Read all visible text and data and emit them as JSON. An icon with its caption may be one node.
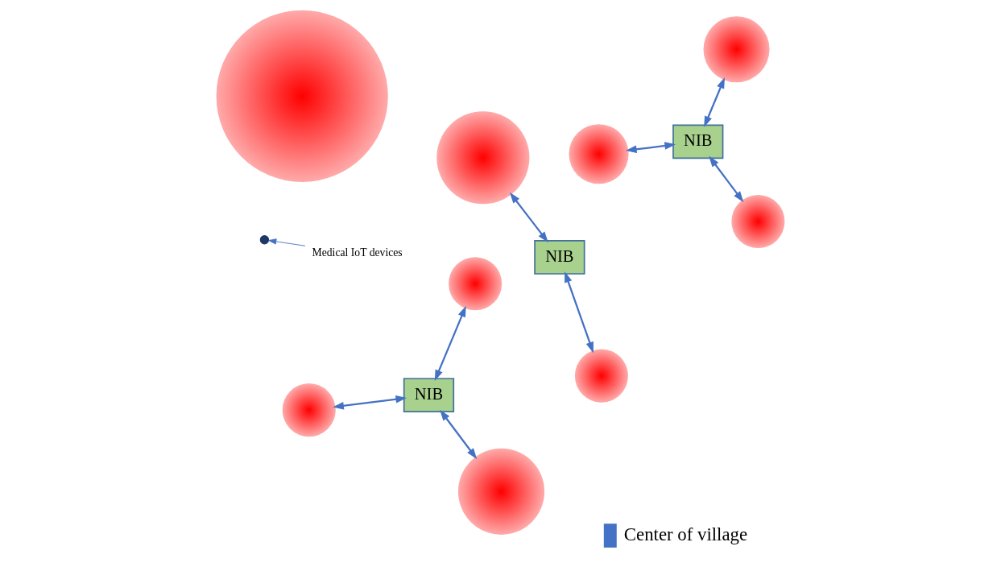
{
  "diagram": {
    "nodes": [
      {
        "text": [],
        "shape": "circle"
      },
      {
        "text": [
          "NIB"
        ]
      },
      {
        "text": [],
        "shape": "circle"
      },
      {
        "text": [],
        "shape": "circle"
      },
      {
        "text": [],
        "shape": "circle"
      },
      {
        "text": [
          "NIB"
        ]
      },
      {
        "text": [],
        "shape": "circle"
      },
      {
        "text": [],
        "shape": "circle"
      },
      {
        "text": [
          "NIB"
        ]
      },
      {
        "text": [],
        "shape": "circle"
      },
      {
        "text": [],
        "shape": "circle"
      },
      {
        "text": [],
        "shape": "circle"
      },
      {
        "text": [],
        "shape": "circle"
      },
      {
        "text": [
          "Medical IoT devices"
        ]
      }
    ],
    "edges": [
      {
        "from": 1,
        "to": 0,
        "arrow": "both"
      },
      {
        "from": 1,
        "to": 2,
        "arrow": "both"
      },
      {
        "from": 1,
        "to": 3,
        "arrow": "both"
      },
      {
        "from": 5,
        "to": 4,
        "arrow": "both"
      },
      {
        "from": 5,
        "to": 6,
        "arrow": "both"
      },
      {
        "from": 8,
        "to": 7,
        "arrow": "both"
      },
      {
        "from": 5,
        "to": 9,
        "arrow": "both"
      },
      {
        "from": 8,
        "to": 10,
        "arrow": "both"
      },
      {
        "from": 13,
        "to": 12,
        "arrow": "to"
      }
    ],
    "legend": [
      {
        "text": "Center of village",
        "color": "#4472c4"
      }
    ]
  }
}
